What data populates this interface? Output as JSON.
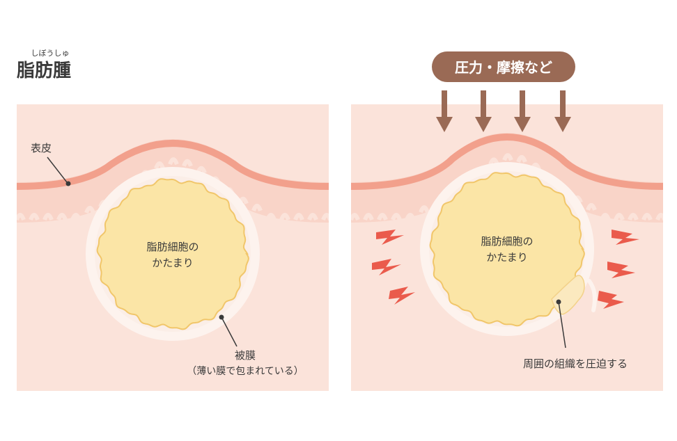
{
  "title": {
    "ruby": "しぼうしゅ",
    "text": "脂肪腫"
  },
  "left_panel": {
    "epidermis_label": "表皮",
    "cell_label_line1": "脂肪細胞の",
    "cell_label_line2": "かたまり",
    "membrane_label": "被膜",
    "membrane_note": "（薄い膜で包まれている）"
  },
  "right_panel": {
    "pressure_banner": "圧力・摩擦など",
    "cell_label_line1": "脂肪細胞の",
    "cell_label_line2": "かたまり",
    "compress_label": "周囲の組織を圧迫する"
  },
  "colors": {
    "skin_base": "#fbe3da",
    "dermis_band": "#f9d2c6",
    "epidermis_edge": "#f2a08c",
    "capsule": "#fdf3ee",
    "fat_fill": "#fbe5a6",
    "fat_edge": "#f1c66a",
    "arrow_brown": "#9a6a55",
    "banner_brown": "#9a6a55",
    "bolt_red": "#ea5b4c"
  }
}
